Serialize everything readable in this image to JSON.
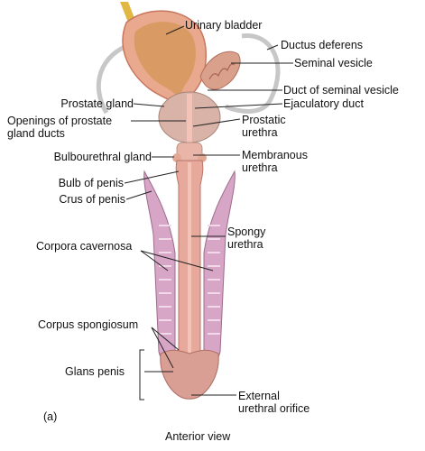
{
  "figure": {
    "panel_label": "(a)",
    "view_caption": "Anterior view"
  },
  "labels": {
    "urinary_bladder": "Urinary bladder",
    "ductus_deferens": "Ductus deferens",
    "seminal_vesicle": "Seminal vesicle",
    "duct_of_seminal_vesicle": "Duct of seminal vesicle",
    "ejaculatory_duct": "Ejaculatory duct",
    "prostate_gland": "Prostate gland",
    "openings_of_prostate_gland_ducts": "Openings of prostate\ngland ducts",
    "prostatic_urethra": "Prostatic\nurethra",
    "bulbourethral_gland": "Bulbourethral gland",
    "membranous_urethra": "Membranous\nurethra",
    "bulb_of_penis": "Bulb of penis",
    "crus_of_penis": "Crus of penis",
    "spongy_urethra": "Spongy\nurethra",
    "corpora_cavernosa": "Corpora cavernosa",
    "corpus_spongiosum": "Corpus spongiosum",
    "glans_penis": "Glans penis",
    "external_urethral_orifice": "External\nurethral orifice"
  },
  "colors": {
    "bladder_wall": "#e9a98e",
    "bladder_lumen": "#d99a63",
    "prostate": "#d9b3a8",
    "cavernosa": "#d7a6c6",
    "spongiosum": "#e7a99c",
    "urethra": "#f3c3b8",
    "duct": "#c7c7c7",
    "ureter_stub": "#e2b845",
    "leader": "#222222"
  }
}
